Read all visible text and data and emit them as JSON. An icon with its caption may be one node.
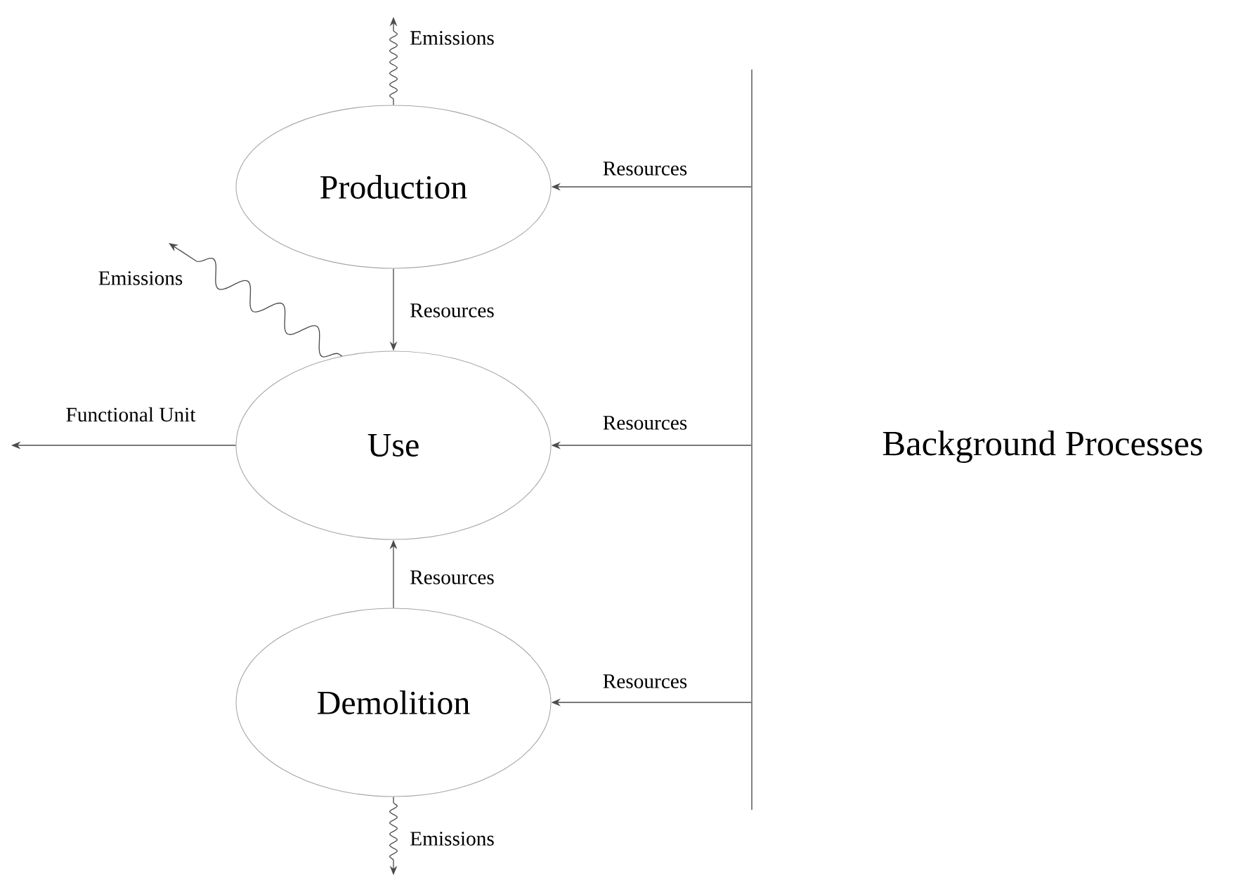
{
  "diagram": {
    "nodes": [
      {
        "text": [
          "Production"
        ]
      },
      {
        "text": [
          "Use"
        ]
      },
      {
        "text": [
          "Demolition"
        ]
      },
      {
        "text": [],
        "shape": "bar"
      }
    ],
    "edges": [
      {
        "from": 0,
        "to": null,
        "arrow": "to",
        "label": "Emissions"
      },
      {
        "from": 3,
        "to": 0,
        "arrow": "to",
        "label": "Resources"
      },
      {
        "from": 0,
        "to": 1,
        "arrow": "to",
        "label": "Resources"
      },
      {
        "from": 1,
        "to": null,
        "arrow": "to",
        "label": "Emissions"
      },
      {
        "from": 1,
        "to": null,
        "arrow": "to",
        "label": "Functional Unit"
      },
      {
        "from": 3,
        "to": 1,
        "arrow": "to",
        "label": "Resources"
      },
      {
        "from": 2,
        "to": 1,
        "arrow": "to",
        "label": "Resources"
      },
      {
        "from": 3,
        "to": 2,
        "arrow": "to",
        "label": "Resources"
      },
      {
        "from": 2,
        "to": null,
        "arrow": "to",
        "label": "Emissions"
      }
    ],
    "labels": [
      "Background Processes"
    ]
  }
}
